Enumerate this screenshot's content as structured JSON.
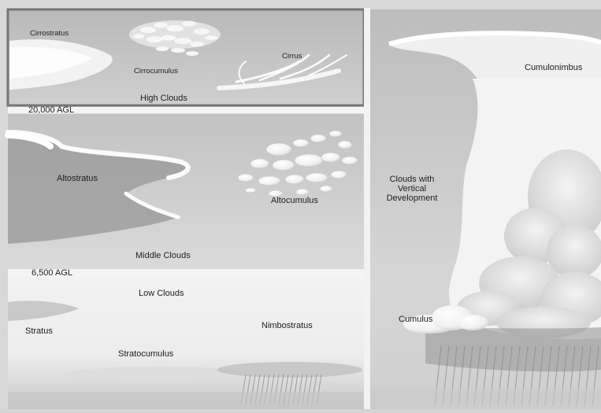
{
  "labels": {
    "cirrostratus": "Cirrostratus",
    "cirrocumulus": "Cirrocumulus",
    "cirrus": "Cirrus",
    "high_clouds": "High Clouds",
    "altitude_high": "20,000 AGL",
    "altostratus": "Altostratus",
    "altocumulus": "Altocumulus",
    "middle_clouds": "Middle Clouds",
    "altitude_mid": "6,500 AGL",
    "low_clouds": "Low Clouds",
    "stratus": "Stratus",
    "stratocumulus": "Stratocumulus",
    "nimbostratus": "Nimbostratus",
    "cumulonimbus": "Cumulonimbus",
    "vertical_dev_line1": "Clouds with",
    "vertical_dev_line2": "Vertical",
    "vertical_dev_line3": "Development",
    "cumulus": "Cumulus"
  },
  "colors": {
    "sky_high": "#c3c3c3",
    "sky_mid": "#c8c8c8",
    "sky_low": "#eeeeee",
    "panel_border": "#7a7a7a",
    "cloud_white": "#fafafa",
    "cloud_shadow": "#b0b0b0",
    "rain": "#8a8a8a"
  }
}
